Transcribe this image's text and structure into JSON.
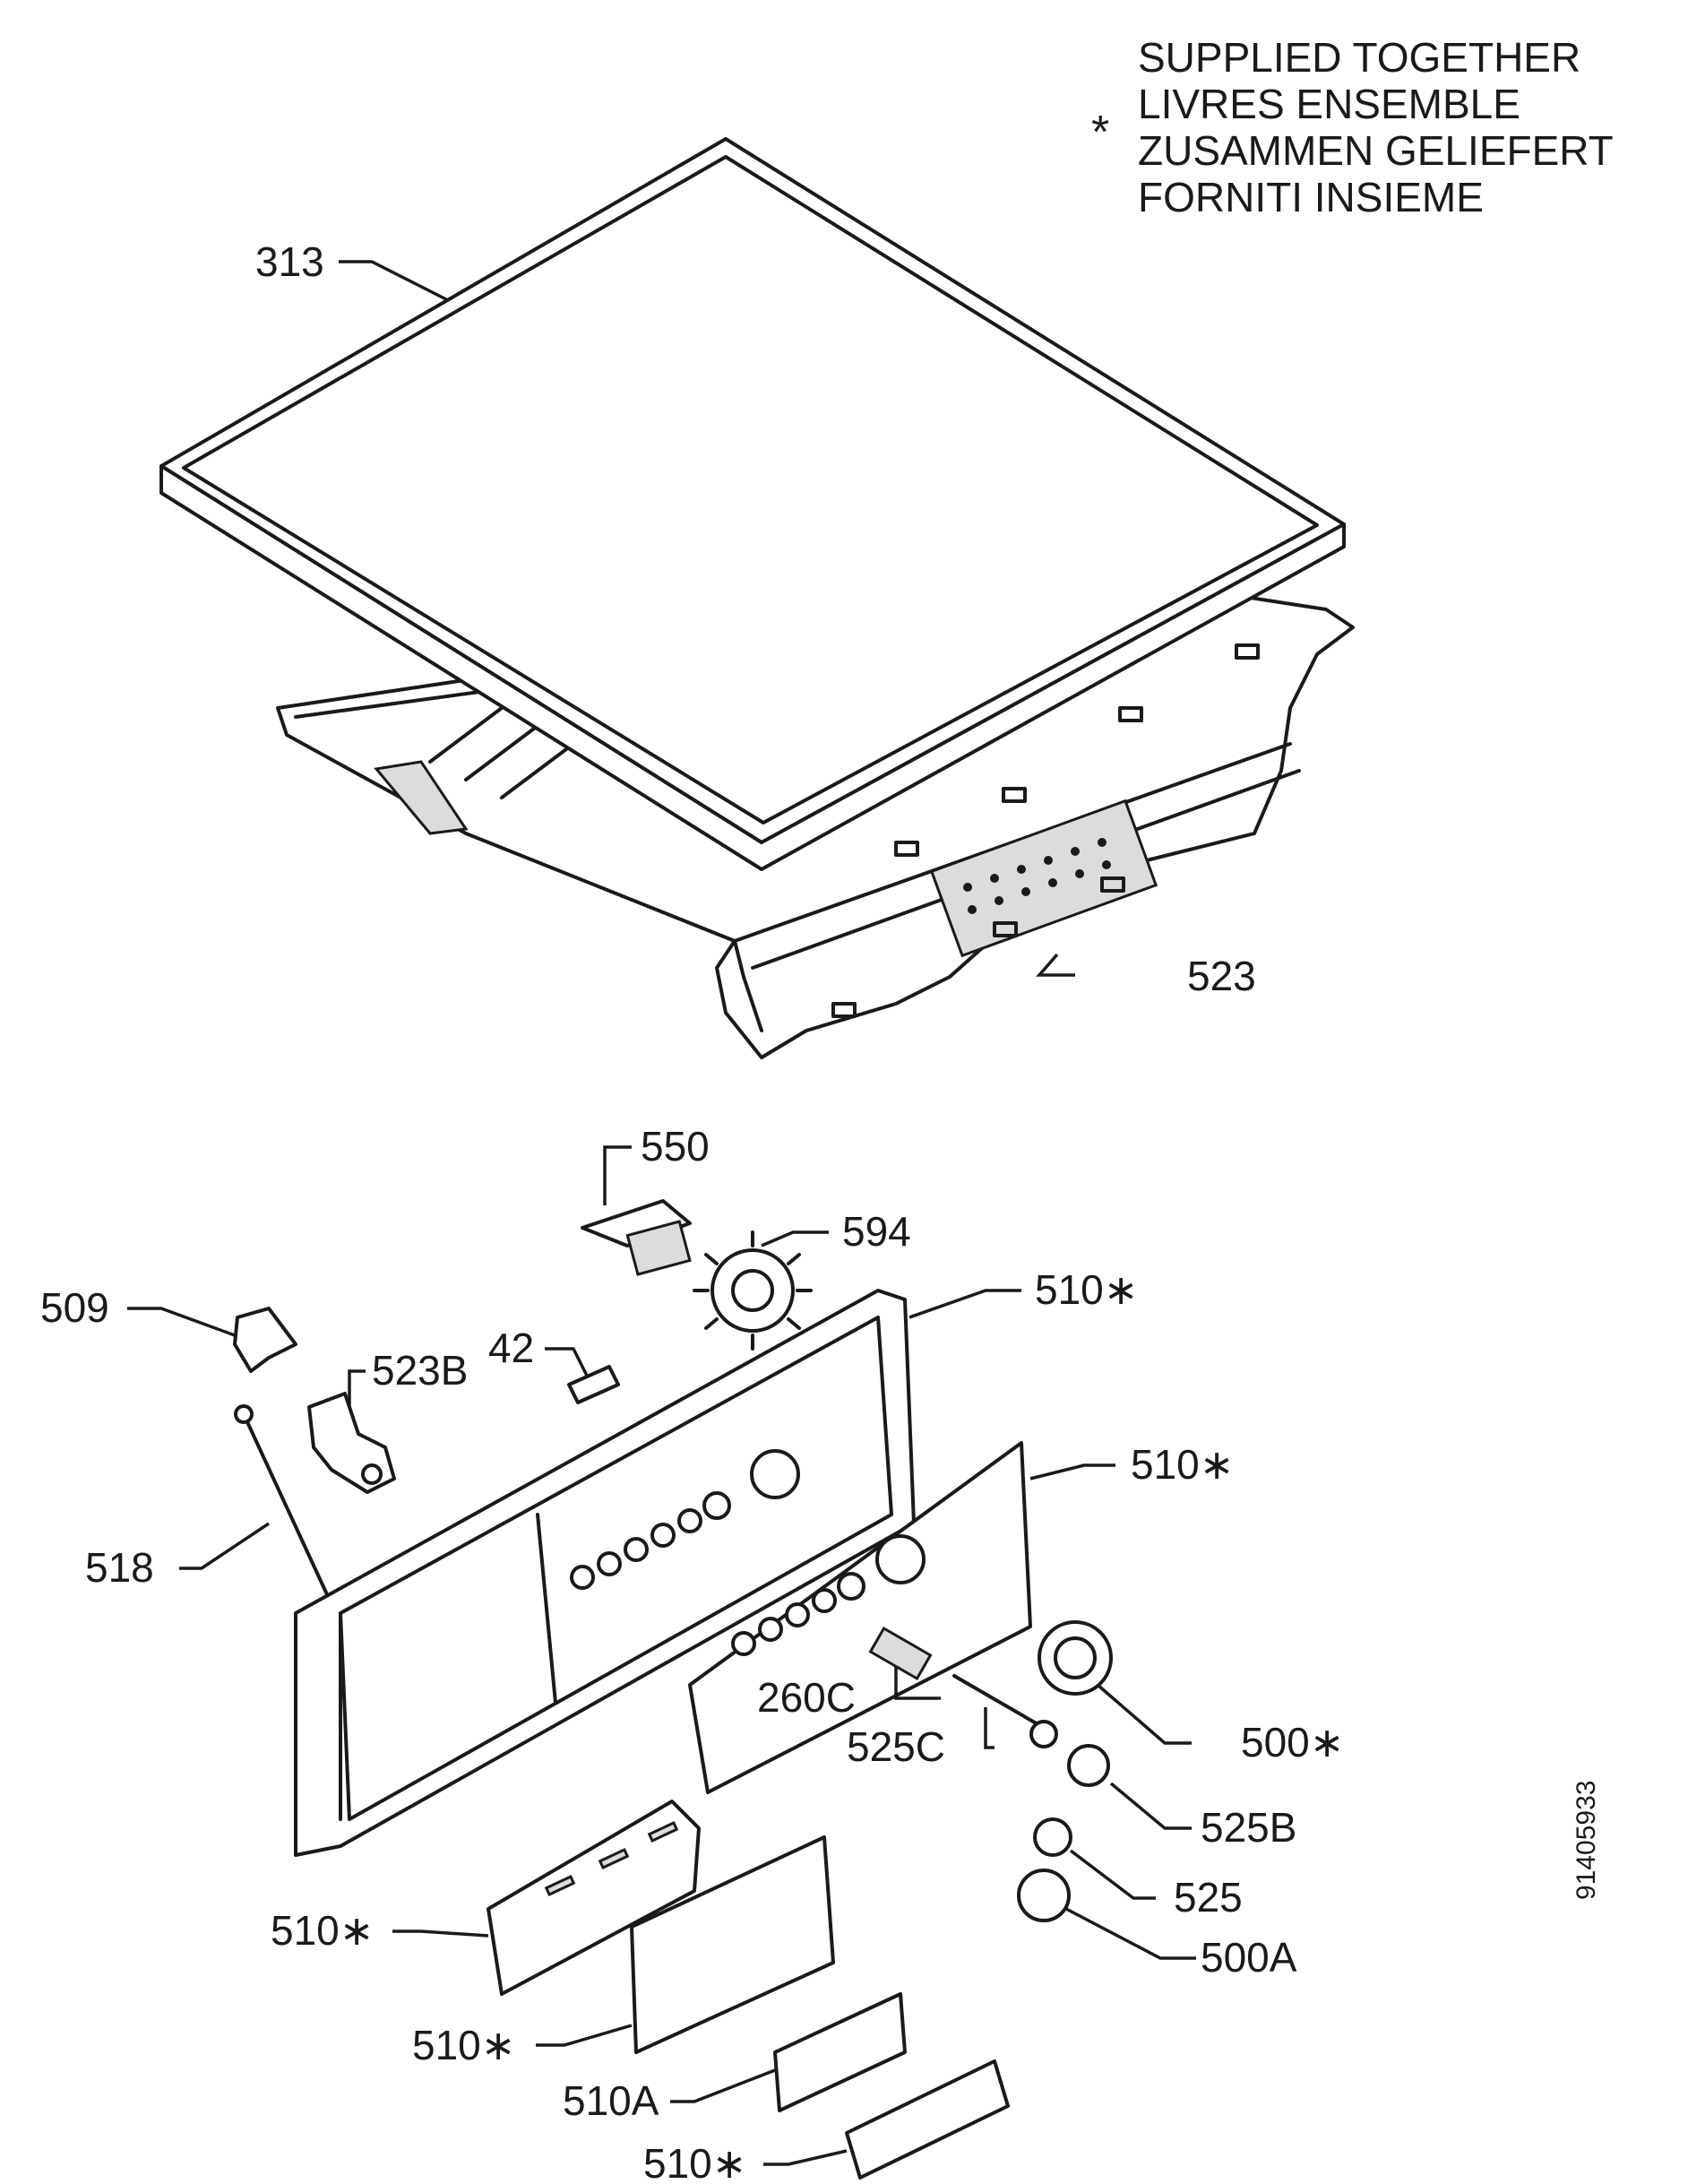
{
  "legend": {
    "symbol": "*",
    "lines": [
      "SUPPLIED TOGETHER",
      "LIVRES ENSEMBLE",
      "ZUSAMMEN GELIEFERT",
      "FORNITI INSIEME"
    ]
  },
  "doc_number": "91405933",
  "callouts": [
    {
      "id": "313",
      "text": "313"
    },
    {
      "id": "523",
      "text": "523"
    },
    {
      "id": "550",
      "text": "550"
    },
    {
      "id": "594",
      "text": "594"
    },
    {
      "id": "509",
      "text": "509"
    },
    {
      "id": "523b",
      "text": "523B"
    },
    {
      "id": "42",
      "text": "42"
    },
    {
      "id": "510-a",
      "text": "510∗"
    },
    {
      "id": "510-b",
      "text": "510∗"
    },
    {
      "id": "518",
      "text": "518"
    },
    {
      "id": "260c",
      "text": "260C"
    },
    {
      "id": "525c",
      "text": "525C"
    },
    {
      "id": "500",
      "text": "500∗"
    },
    {
      "id": "525b",
      "text": "525B"
    },
    {
      "id": "525",
      "text": "525"
    },
    {
      "id": "500a",
      "text": "500A"
    },
    {
      "id": "510-c",
      "text": "510∗"
    },
    {
      "id": "510-d",
      "text": "510∗"
    },
    {
      "id": "510a",
      "text": "510A"
    },
    {
      "id": "510-e",
      "text": "510∗"
    }
  ]
}
